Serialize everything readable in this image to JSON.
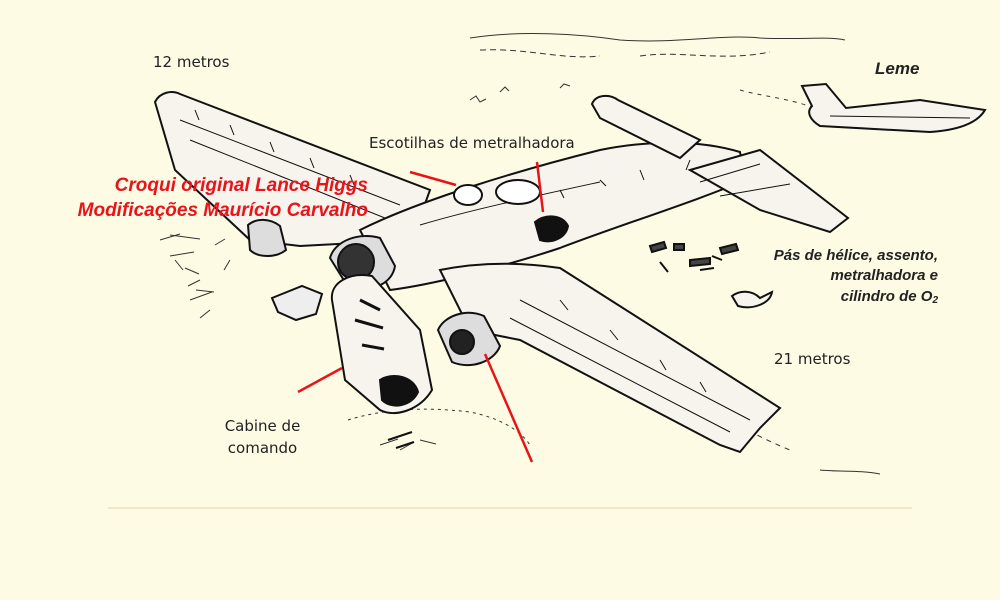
{
  "labels": {
    "wing_left_span": "12 metros",
    "wing_right_span": "21 metros",
    "hatches": "Escotilhas de metralhadora",
    "rudder": "Leme",
    "debris_line1": "Pás de hélice, assento,",
    "debris_line2": "metralhadora e",
    "debris_line3": "cilindro de O",
    "debris_sub": "2",
    "cockpit_line1": "Cabine de",
    "cockpit_line2": "comando"
  },
  "credits": {
    "line1": "Croqui original Lance Higgs",
    "line2": "Modificações Maurício Carvalho"
  },
  "colors": {
    "background": "#fefbe4",
    "annotation_red": "#e8141a",
    "ink": "#111111",
    "aircraft_fill": "#f6f4ec"
  }
}
